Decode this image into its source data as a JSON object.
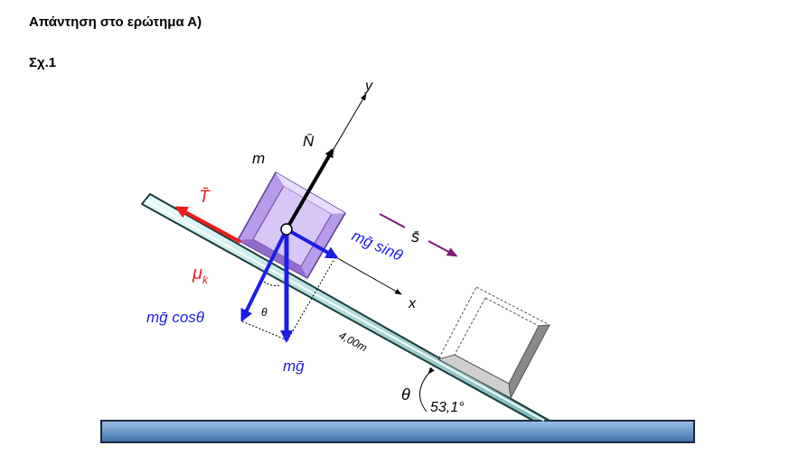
{
  "heading": "Απάντηση στο ερώτημα Α)",
  "figure_label": "Σχ.1",
  "labels": {
    "axis_y": "y",
    "axis_x": "x",
    "normal_force": "N̄",
    "mass": "m",
    "tension": "T̄",
    "displacement": "s̄",
    "weight_parallel": "mḡ sinθ",
    "friction_coeff": "μ",
    "friction_sub": "k",
    "weight_perpendicular": "mḡ cosθ",
    "theta_small": "θ",
    "weight": "mḡ",
    "length": "4,00m",
    "theta_angle": "θ",
    "angle_value": "53,1°"
  },
  "colors": {
    "tension": "#ee1c1c",
    "weight_components": "#1c1ce8",
    "displacement": "#7a1a7a",
    "block": "#b79ae8",
    "ramp": "#a8dcdc",
    "ground": "#6f98c8"
  }
}
